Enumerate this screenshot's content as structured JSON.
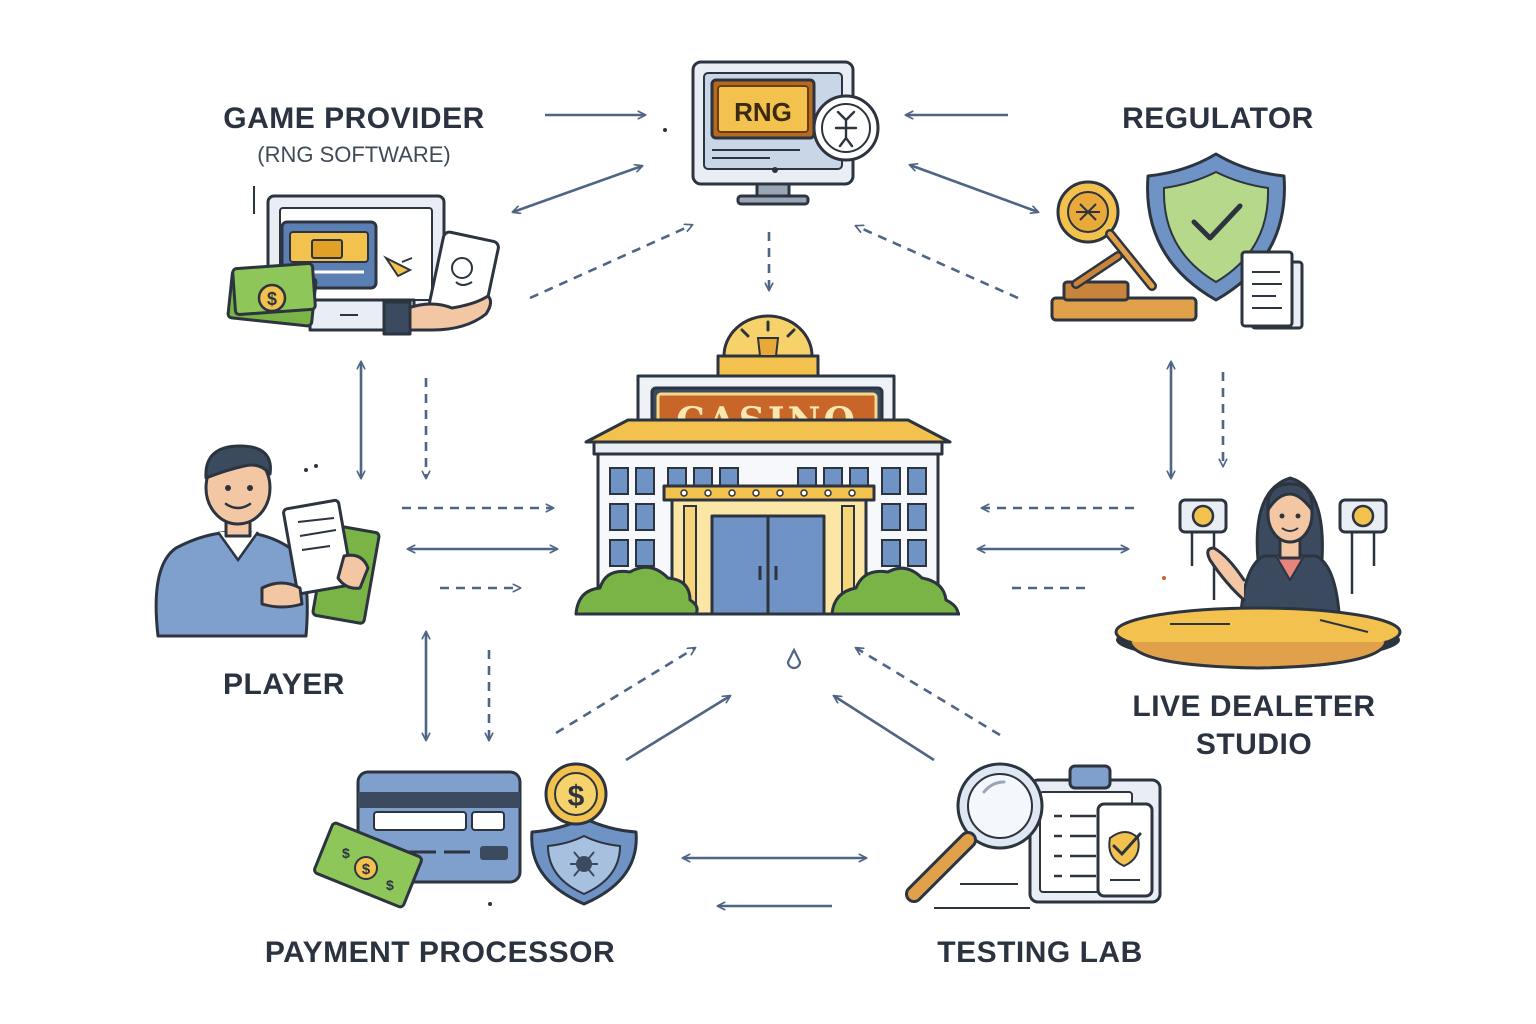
{
  "nodes": {
    "game_provider": {
      "title": "GAME PROVIDER",
      "subtitle": "(RNG SOFTWARE)"
    },
    "regulator": {
      "title": "REGULATOR"
    },
    "player": {
      "title": "PLAYER"
    },
    "live_dealer": {
      "title_line1": "LIVE DEALETER",
      "title_line2": "STUDIO"
    },
    "payment_processor": {
      "title": "PAYMENT PROCESSOR"
    },
    "testing_lab": {
      "title": "TESTING LAB"
    }
  },
  "center": {
    "sign": "CASINO"
  },
  "rng_monitor": {
    "screen_text": "RNG"
  },
  "icons": {
    "casino": "casino-building-icon",
    "rng": "rng-monitor-icon",
    "game_provider": "game-provider-icon",
    "regulator": "regulator-shield-icon",
    "player": "player-person-icon",
    "live_dealer": "live-dealer-icon",
    "payment": "payment-card-icon",
    "testing": "magnifier-clipboard-icon"
  },
  "colors": {
    "arrow": "#4f6585",
    "ink": "#2c3440",
    "accent_orange": "#c8662a",
    "gold": "#f2c14e",
    "blue": "#6f93c4",
    "green": "#7bb446"
  }
}
